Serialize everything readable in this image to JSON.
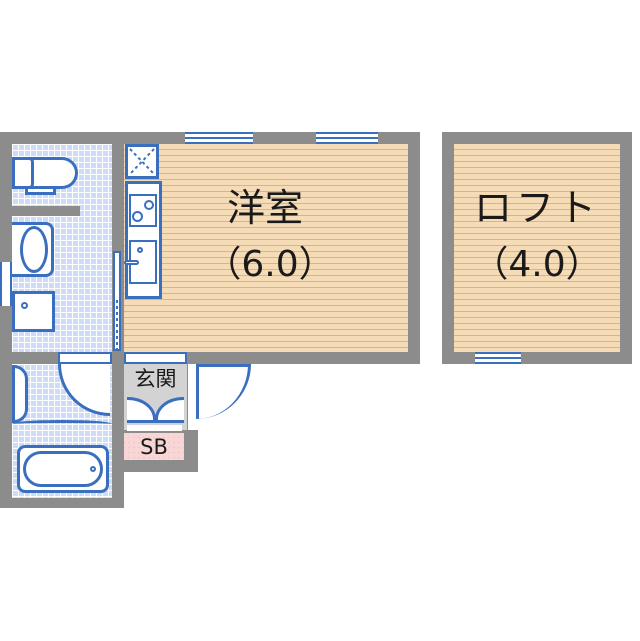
{
  "floor_plan": {
    "rooms": [
      {
        "id": "western-room",
        "name": "洋室",
        "size": "（6.0）"
      },
      {
        "id": "loft",
        "name": "ロフト",
        "size": "（4.0）"
      },
      {
        "id": "entrance",
        "name": "玄関"
      },
      {
        "id": "shoe-box",
        "name": "SB"
      }
    ]
  },
  "colors": {
    "wall": "#8c8c8c",
    "fixture_outline": "#3a6fc0",
    "tile": "#cfdcf7",
    "wood_floor": "#f6dcb6",
    "entrance_floor": "#d3d3d3",
    "shoe_box": "#f8d6d6"
  }
}
